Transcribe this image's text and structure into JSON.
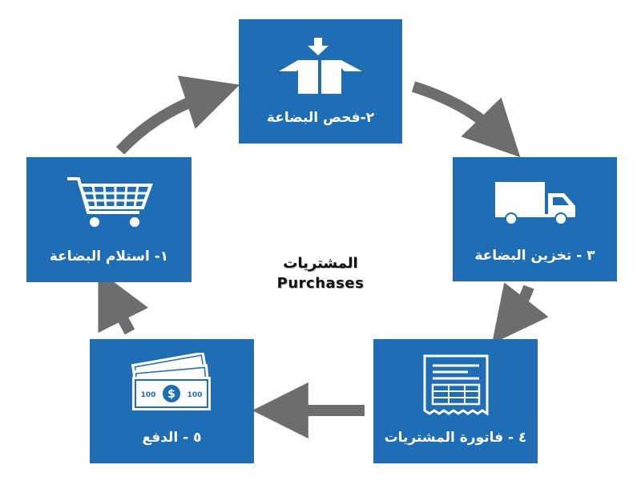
{
  "center": {
    "title_ar": "المشتريات",
    "title_en": "Purchases"
  },
  "steps": [
    {
      "label": "١- استلام البضاعة",
      "icon": "shopping-cart-icon"
    },
    {
      "label": "٢-فحص البضاعة",
      "icon": "open-box-icon"
    },
    {
      "label": "٣ - تخزين البضاعة",
      "icon": "delivery-truck-icon"
    },
    {
      "label": "٤ - فاتورة المشتريات",
      "icon": "invoice-icon"
    },
    {
      "label": "٥ - الدفع",
      "icon": "money-bills-icon"
    }
  ],
  "colors": {
    "box": "#1e6db5",
    "arrow": "#6d6d6d"
  }
}
